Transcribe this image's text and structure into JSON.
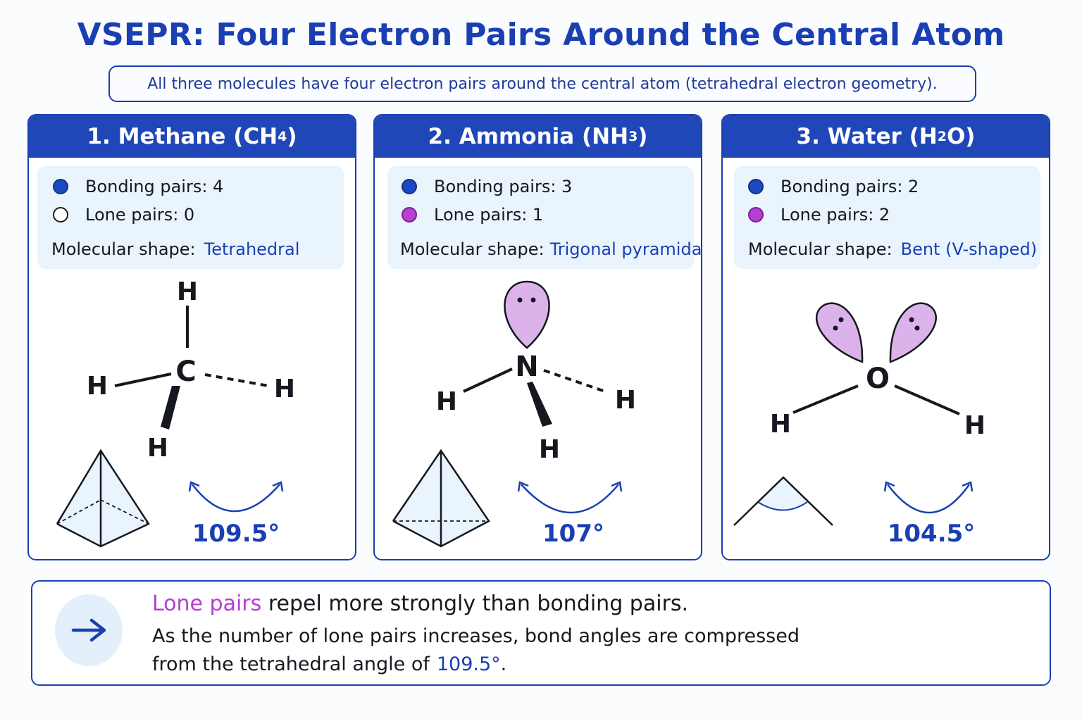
{
  "title": "VSEPR: Four Electron Pairs Around the Central Atom",
  "subtitle": "All three molecules have four electron pairs around the central atom (tetrahedral electron geometry).",
  "panels": [
    {
      "number": "1.",
      "name": "Methane",
      "formula_main": "(CH",
      "formula_sub": "4",
      "formula_tail": ")",
      "bonding_label": "Bonding pairs: 4",
      "lone_label": "Lone pairs: 0",
      "shape_label": "Molecular shape:",
      "shape_value": "Tetrahedral",
      "central_atom": "C",
      "hydrogen": "H",
      "angle": "109.5°"
    },
    {
      "number": "2.",
      "name": "Ammonia",
      "formula_main": "(NH",
      "formula_sub": "3",
      "formula_tail": ")",
      "bonding_label": "Bonding pairs: 3",
      "lone_label": "Lone pairs: 1",
      "shape_label": "Molecular shape:",
      "shape_value": "Trigonal pyramidal",
      "central_atom": "N",
      "hydrogen": "H",
      "angle": "107°"
    },
    {
      "number": "3.",
      "name": "Water",
      "formula_main": "(H",
      "formula_sub": "2",
      "formula_tail": "O)",
      "bonding_label": "Bonding pairs: 2",
      "lone_label": "Lone pairs: 2",
      "shape_label": "Molecular shape:",
      "shape_value": "Bent (V-shaped)",
      "central_atom": "O",
      "hydrogen": "H",
      "angle": "104.5°"
    }
  ],
  "bottom": {
    "highlight": "Lone pairs",
    "line1_rest": "repel more strongly than bonding pairs.",
    "line2": "As the number of lone pairs increases, bond angles are compressed",
    "line3": "from the tetrahedral angle of",
    "line3_value": "109.5°",
    "line3_end": "."
  },
  "colors": {
    "primary": "#1a3fb2",
    "header": "#1f47b8",
    "bonding_dot": "#1a49c4",
    "lone_dot": "#b53ed3",
    "lone_lobe": "#dcb2ea",
    "info_bg": "#e9f4fd"
  },
  "icons": [
    "arrow-right-icon",
    "bonding-pair-dot-icon",
    "lone-pair-dot-icon",
    "empty-dot-icon",
    "tetrahedron-icon",
    "trigonal-pyramid-icon",
    "bent-shape-icon",
    "angle-arc-icon"
  ]
}
